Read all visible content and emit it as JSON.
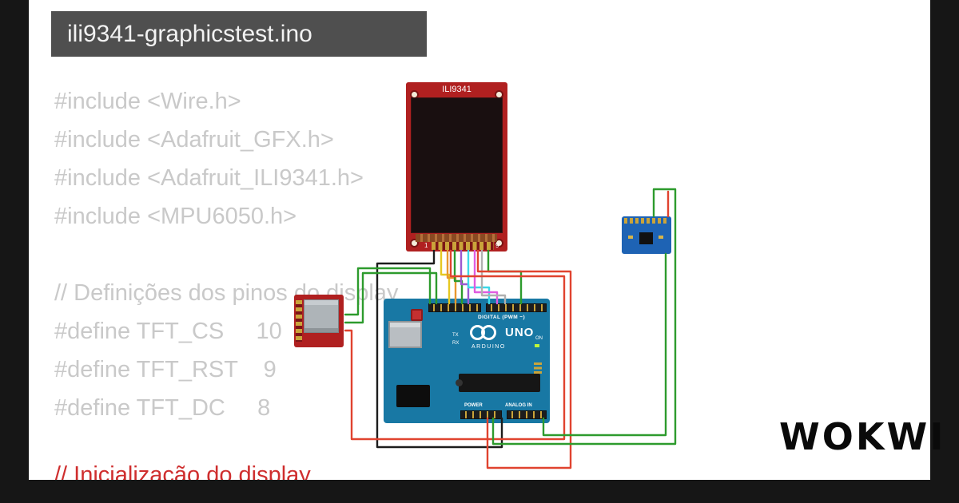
{
  "title_bar": {
    "title": "ili9341-graphicstest.ino"
  },
  "code": {
    "lines": [
      "#include <Wire.h>",
      "#include <Adafruit_GFX.h>",
      "#include <Adafruit_ILI9341.h>",
      "#include <MPU6050.h>",
      "",
      "// Definições dos pinos do display",
      "#define TFT_CS     10",
      "#define TFT_RST    9",
      "#define TFT_DC     8"
    ],
    "clipped_line": "// Inicialização do display"
  },
  "components": {
    "display": {
      "label": "ILI9341",
      "pin_first": "1",
      "pin_last": "9"
    },
    "arduino": {
      "digital": "DIGITAL (PWM ~)",
      "name": "UNO",
      "brand": "ARDUINO",
      "tx": "TX",
      "rx": "RX",
      "on": "ON",
      "power": "POWER",
      "analog": "ANALOG IN"
    }
  },
  "logo": {
    "text": "WOKWI"
  },
  "colors": {
    "frame": "#161616",
    "canvas": "#ffffff",
    "title_bar_bg": "#4f4f4f",
    "code_text": "#c9c9c9",
    "code_clipped_text": "#cf2e2e",
    "display_pcb": "#b02020",
    "sd_pcb": "#b02020",
    "mpu_pcb": "#1e63b4",
    "arduino_pcb": "#1878a4",
    "wire_palette": [
      "#2d9b2d",
      "#e0432f",
      "#1c1c1c",
      "#e6c822",
      "#e8972e",
      "#9b59d0",
      "#3dd8e8",
      "#e05ce0",
      "#b0b0b0"
    ]
  }
}
